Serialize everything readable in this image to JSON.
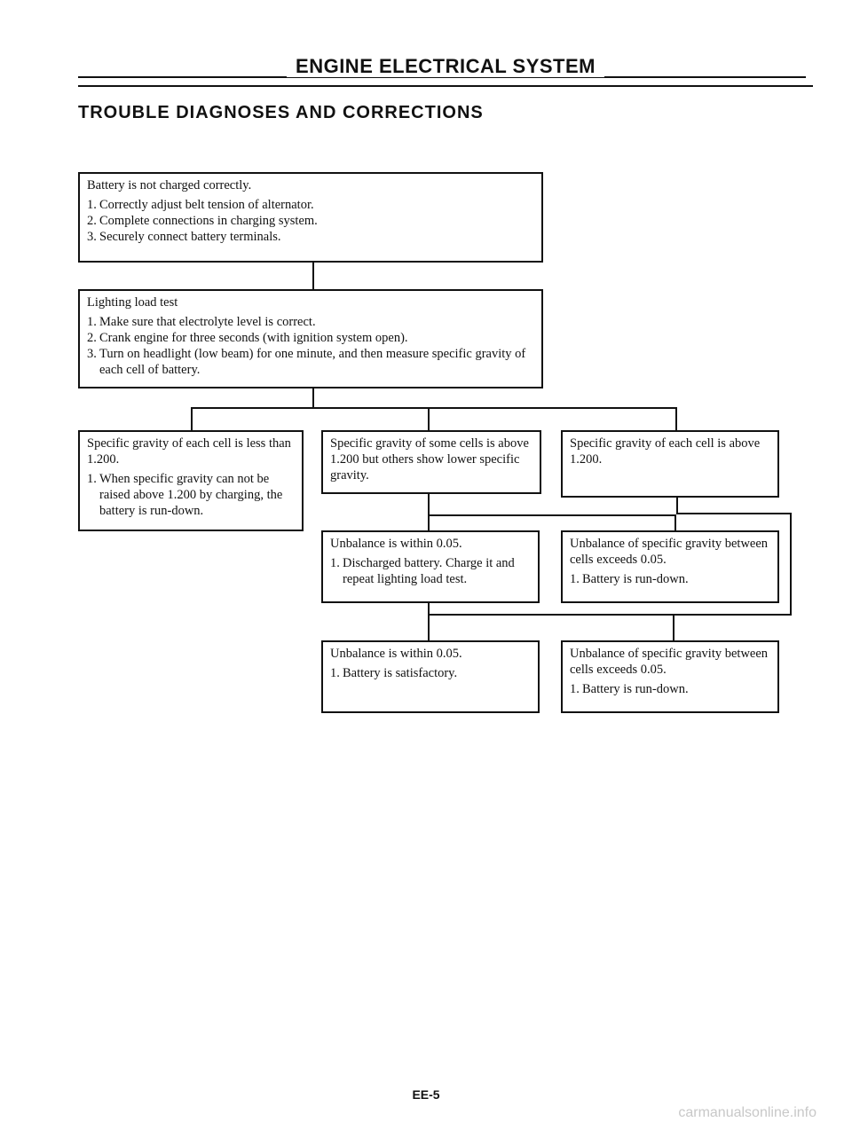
{
  "header": {
    "title": "ENGINE ELECTRICAL SYSTEM"
  },
  "section_title": "TROUBLE DIAGNOSES AND CORRECTIONS",
  "boxes": {
    "battery": {
      "head": "Battery is not charged correctly.",
      "items": [
        {
          "n": "1.",
          "t": "Correctly adjust belt tension of alternator."
        },
        {
          "n": "2.",
          "t": "Complete connections in charging system."
        },
        {
          "n": "3.",
          "t": "Securely connect battery terminals."
        }
      ]
    },
    "lighting": {
      "head": "Lighting load test",
      "items": [
        {
          "n": "1.",
          "t": "Make sure that electrolyte level is correct."
        },
        {
          "n": "2.",
          "t": "Crank engine for three seconds (with ignition system open)."
        },
        {
          "n": "3.",
          "t": "Turn on headlight (low beam) for one minute, and then measure specific gravity of each cell of battery."
        }
      ]
    },
    "less": {
      "head": "Specific gravity of each cell is less than 1.200.",
      "items": [
        {
          "n": "1.",
          "t": "When specific gravity can not be raised above 1.200 by charging, the battery is run-down."
        }
      ]
    },
    "some": {
      "head": "Specific gravity of some cells is above 1.200 but others show lower specific gravity."
    },
    "above": {
      "head": "Specific gravity of each cell is above 1.200."
    },
    "within1": {
      "head": "Unbalance is within 0.05.",
      "items": [
        {
          "n": "1.",
          "t": "Discharged battery. Charge it and repeat lighting load test."
        }
      ]
    },
    "exceeds1": {
      "head": "Unbalance of specific gravity between cells exceeds 0.05.",
      "items": [
        {
          "n": "1.",
          "t": "Battery is run-down."
        }
      ]
    },
    "within2": {
      "head": "Unbalance is within 0.05.",
      "items": [
        {
          "n": "1.",
          "t": "Battery is satisfactory."
        }
      ]
    },
    "exceeds2": {
      "head": "Unbalance of specific gravity between cells exceeds 0.05.",
      "items": [
        {
          "n": "1.",
          "t": "Battery is run-down."
        }
      ]
    }
  },
  "page_number": "EE-5",
  "watermark": "carmanualsonline.info"
}
